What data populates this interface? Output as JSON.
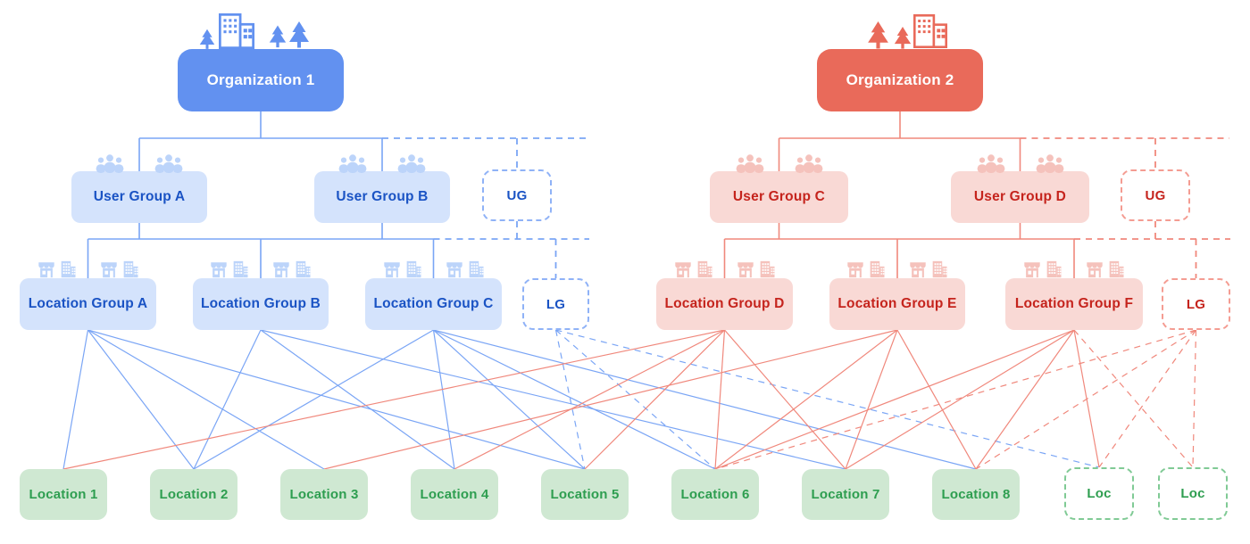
{
  "title": "Organizations, user groups, location groups and locations diagram",
  "palette": {
    "blue": {
      "solid_fill": "#6291f0",
      "light_fill": "#d4e3fc",
      "icon_fill": "#bcd4fa",
      "text": "#1a53c4",
      "line": "#7aa5f5",
      "dash_border": "#8fb2f7"
    },
    "red": {
      "solid_fill": "#e96a5a",
      "light_fill": "#f9d9d5",
      "icon_fill": "#f5c2bc",
      "text": "#c5241d",
      "line": "#f0887c",
      "dash_border": "#f49c92"
    },
    "green": {
      "light_fill": "#cfe8d2",
      "text": "#2e9e50",
      "dash_border": "#80ca95"
    }
  },
  "nodes": [
    {
      "id": "org1",
      "label": "Organization 1",
      "kind": "organization",
      "color": "blue",
      "dashed": false
    },
    {
      "id": "org2",
      "label": "Organization 2",
      "kind": "organization",
      "color": "red",
      "dashed": false
    },
    {
      "id": "ugA",
      "label": "User Group A",
      "kind": "user-group",
      "color": "blue",
      "dashed": false
    },
    {
      "id": "ugB",
      "label": "User Group B",
      "kind": "user-group",
      "color": "blue",
      "dashed": false
    },
    {
      "id": "ugDashBlue",
      "label": "UG",
      "kind": "user-group-placeholder",
      "color": "blue",
      "dashed": true
    },
    {
      "id": "ugC",
      "label": "User Group C",
      "kind": "user-group",
      "color": "red",
      "dashed": false
    },
    {
      "id": "ugD",
      "label": "User Group D",
      "kind": "user-group",
      "color": "red",
      "dashed": false
    },
    {
      "id": "ugDashRed",
      "label": "UG",
      "kind": "user-group-placeholder",
      "color": "red",
      "dashed": true
    },
    {
      "id": "lgA",
      "label": "Location Group A",
      "kind": "location-group",
      "color": "blue",
      "dashed": false
    },
    {
      "id": "lgB",
      "label": "Location Group B",
      "kind": "location-group",
      "color": "blue",
      "dashed": false
    },
    {
      "id": "lgC",
      "label": "Location Group C",
      "kind": "location-group",
      "color": "blue",
      "dashed": false
    },
    {
      "id": "lgDashBlue",
      "label": "LG",
      "kind": "location-group-placeholder",
      "color": "blue",
      "dashed": true
    },
    {
      "id": "lgD",
      "label": "Location Group D",
      "kind": "location-group",
      "color": "red",
      "dashed": false
    },
    {
      "id": "lgE",
      "label": "Location Group E",
      "kind": "location-group",
      "color": "red",
      "dashed": false
    },
    {
      "id": "lgF",
      "label": "Location Group F",
      "kind": "location-group",
      "color": "red",
      "dashed": false
    },
    {
      "id": "lgDashRed",
      "label": "LG",
      "kind": "location-group-placeholder",
      "color": "red",
      "dashed": true
    },
    {
      "id": "loc1",
      "label": "Location 1",
      "kind": "location",
      "color": "green",
      "dashed": false
    },
    {
      "id": "loc2",
      "label": "Location 2",
      "kind": "location",
      "color": "green",
      "dashed": false
    },
    {
      "id": "loc3",
      "label": "Location 3",
      "kind": "location",
      "color": "green",
      "dashed": false
    },
    {
      "id": "loc4",
      "label": "Location 4",
      "kind": "location",
      "color": "green",
      "dashed": false
    },
    {
      "id": "loc5",
      "label": "Location 5",
      "kind": "location",
      "color": "green",
      "dashed": false
    },
    {
      "id": "loc6",
      "label": "Location 6",
      "kind": "location",
      "color": "green",
      "dashed": false
    },
    {
      "id": "loc7",
      "label": "Location 7",
      "kind": "location",
      "color": "green",
      "dashed": false
    },
    {
      "id": "loc8",
      "label": "Location 8",
      "kind": "location",
      "color": "green",
      "dashed": false
    },
    {
      "id": "locDash1",
      "label": "Loc",
      "kind": "location-placeholder",
      "color": "green",
      "dashed": true
    },
    {
      "id": "locDash2",
      "label": "Loc",
      "kind": "location-placeholder",
      "color": "green",
      "dashed": true
    }
  ],
  "hierarchy": {
    "org1": {
      "user_groups": [
        "ugA",
        "ugB",
        "ugDashBlue"
      ],
      "location_groups": [
        "lgA",
        "lgB",
        "lgC",
        "lgDashBlue"
      ]
    },
    "org2": {
      "user_groups": [
        "ugC",
        "ugD",
        "ugDashRed"
      ],
      "location_groups": [
        "lgD",
        "lgE",
        "lgF",
        "lgDashRed"
      ]
    }
  },
  "connections": [
    {
      "from": "lgA",
      "to": "loc1",
      "style": "solid"
    },
    {
      "from": "lgA",
      "to": "loc2",
      "style": "solid"
    },
    {
      "from": "lgA",
      "to": "loc3",
      "style": "solid"
    },
    {
      "from": "lgA",
      "to": "loc5",
      "style": "solid"
    },
    {
      "from": "lgB",
      "to": "loc2",
      "style": "solid"
    },
    {
      "from": "lgB",
      "to": "loc4",
      "style": "solid"
    },
    {
      "from": "lgB",
      "to": "loc7",
      "style": "solid"
    },
    {
      "from": "lgC",
      "to": "loc2",
      "style": "solid"
    },
    {
      "from": "lgC",
      "to": "loc4",
      "style": "solid"
    },
    {
      "from": "lgC",
      "to": "loc5",
      "style": "solid"
    },
    {
      "from": "lgC",
      "to": "loc6",
      "style": "solid"
    },
    {
      "from": "lgC",
      "to": "loc8",
      "style": "solid"
    },
    {
      "from": "lgDashBlue",
      "to": "loc5",
      "style": "dashed"
    },
    {
      "from": "lgDashBlue",
      "to": "loc6",
      "style": "dashed"
    },
    {
      "from": "lgDashBlue",
      "to": "locDash1",
      "style": "dashed"
    },
    {
      "from": "lgD",
      "to": "loc1",
      "style": "solid"
    },
    {
      "from": "lgD",
      "to": "loc4",
      "style": "solid"
    },
    {
      "from": "lgD",
      "to": "loc5",
      "style": "solid"
    },
    {
      "from": "lgD",
      "to": "loc6",
      "style": "solid"
    },
    {
      "from": "lgD",
      "to": "loc7",
      "style": "solid"
    },
    {
      "from": "lgE",
      "to": "loc3",
      "style": "solid"
    },
    {
      "from": "lgE",
      "to": "loc6",
      "style": "solid"
    },
    {
      "from": "lgE",
      "to": "loc7",
      "style": "solid"
    },
    {
      "from": "lgE",
      "to": "loc8",
      "style": "solid"
    },
    {
      "from": "lgF",
      "to": "loc6",
      "style": "solid"
    },
    {
      "from": "lgF",
      "to": "loc7",
      "style": "solid"
    },
    {
      "from": "lgF",
      "to": "loc8",
      "style": "solid"
    },
    {
      "from": "lgF",
      "to": "locDash1",
      "style": "solid"
    },
    {
      "from": "lgF",
      "to": "locDash2",
      "style": "dashed"
    },
    {
      "from": "lgDashRed",
      "to": "loc6",
      "style": "dashed"
    },
    {
      "from": "lgDashRed",
      "to": "loc8",
      "style": "dashed"
    },
    {
      "from": "lgDashRed",
      "to": "locDash1",
      "style": "dashed"
    },
    {
      "from": "lgDashRed",
      "to": "locDash2",
      "style": "dashed"
    }
  ]
}
